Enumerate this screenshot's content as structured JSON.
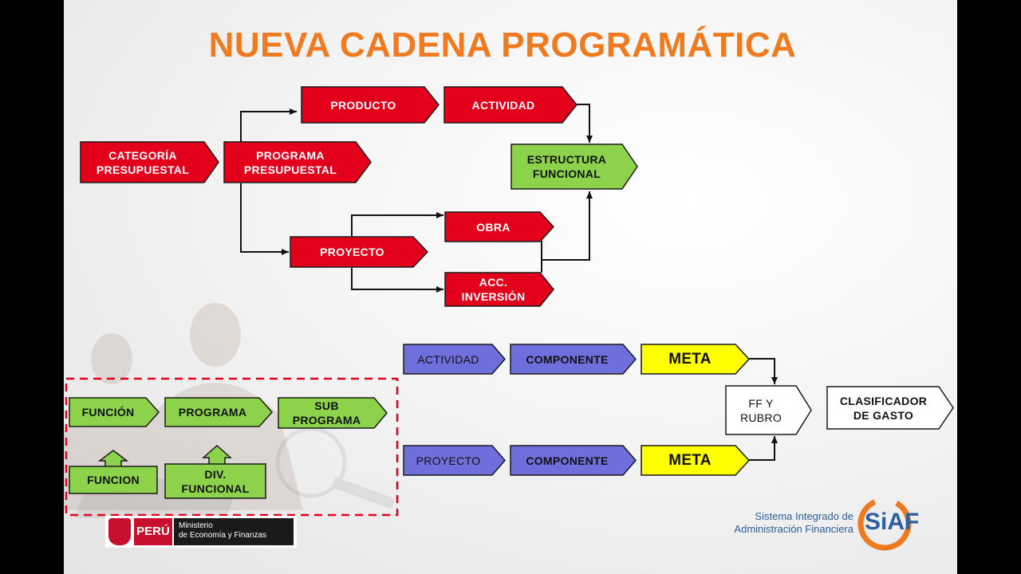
{
  "title": "NUEVA CADENA PROGRAMÁTICA",
  "colors": {
    "red": "#e2001a",
    "green": "#8cd24b",
    "blue": "#6e6edc",
    "yellow": "#ffff00",
    "white": "#ffffff",
    "title": "#f07a1f"
  },
  "nodes": {
    "categoria": "CATEGORÍA\nPRESUPUESTAL",
    "programa_presupuestal": "PROGRAMA\nPRESUPUESTAL",
    "producto": "PRODUCTO",
    "actividad_top": "ACTIVIDAD",
    "estructura_funcional": "ESTRUCTURA\nFUNCIONAL",
    "proyecto_top": "PROYECTO",
    "obra": "OBRA",
    "acc_inversion": "ACC.\nINVERSIÓN",
    "actividad_bottom": "ACTIVIDAD",
    "componente_1": "COMPONENTE",
    "meta_1": "META",
    "proyecto_bottom": "PROYECTO",
    "componente_2": "COMPONENTE",
    "meta_2": "META",
    "ff_rubro": "FF  Y\nRUBRO",
    "clasificador": "CLASIFICADOR\nDE GASTO",
    "funcion_acc": "FUNCIÓN",
    "programa_green": "PROGRAMA",
    "sub_programa": "SUB\nPROGRAMA",
    "funcion": "FUNCION",
    "div_funcional": "DIV.\nFUNCIONAL"
  },
  "footer": {
    "peru": "PERÚ",
    "ministerio_line1": "Ministerio",
    "ministerio_line2": "de Economía y Finanzas",
    "siaf_line1": "Sistema Integrado de",
    "siaf_line2": "Administración Financiera",
    "siaf_logo": "SiAF"
  }
}
